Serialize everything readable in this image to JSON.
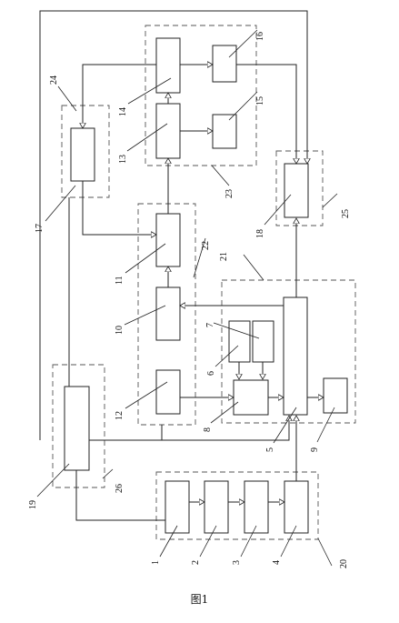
{
  "figure": {
    "caption": "图1",
    "labels": {
      "n1": "1",
      "n2": "2",
      "n3": "3",
      "n4": "4",
      "n5": "5",
      "n6": "6",
      "n7": "7",
      "n8": "8",
      "n9": "9",
      "n10": "10",
      "n11": "11",
      "n12": "12",
      "n13": "13",
      "n14": "14",
      "n15": "15",
      "n16": "16",
      "n17": "17",
      "n18": "18",
      "n19": "19",
      "n20": "20",
      "n21": "21",
      "n22": "22",
      "n23": "23",
      "n24": "24",
      "n25": "25",
      "n26": "26"
    }
  }
}
